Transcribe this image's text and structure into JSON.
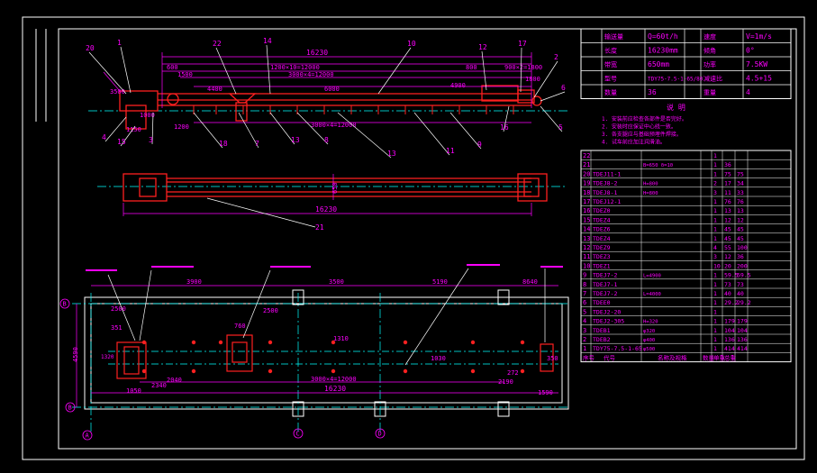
{
  "colors": {
    "background": "#000000",
    "frame": "#ffffff",
    "conveyor": "#ff2020",
    "dimension": "#ff00ff",
    "centerline": "#00ffff",
    "leader": "#ffffff",
    "text_white": "#ffffff"
  },
  "elevation": {
    "overall_length": "16230",
    "dims_top": [
      "1200×10=12000",
      "3000×4=12000",
      "900×2=1800",
      "600",
      "1500",
      "800"
    ],
    "dims_inner": [
      "4400",
      "6000",
      "4900",
      "3500",
      "1200",
      "3000×4=12000",
      "1000",
      "1800",
      "1150"
    ],
    "callouts": [
      "20",
      "1",
      "22",
      "14",
      "10",
      "12",
      "17",
      "2",
      "4",
      "15",
      "3",
      "18",
      "7",
      "13",
      "8",
      "13",
      "11",
      "9",
      "16",
      "5",
      "6"
    ]
  },
  "plan_top": {
    "overall_length": "16230",
    "width": "650",
    "callouts": [
      "21"
    ]
  },
  "foundation": {
    "overall_length": "16230",
    "dims_top": [
      "3900",
      "3500",
      "5190",
      "8640"
    ],
    "dims_left": [
      "2500",
      "4590"
    ],
    "dims_inner": [
      "3000×4=12000",
      "2500",
      "760",
      "351",
      "1320",
      "1050",
      "2340",
      "2040",
      "1030",
      "1310",
      "2190",
      "1590",
      "272",
      "350"
    ],
    "axis_labels": [
      "B",
      "B",
      "A",
      "C",
      "D"
    ]
  },
  "params_table": {
    "rows": [
      [
        "输送量",
        "Q=60t/h",
        "速度",
        "V=1m/s"
      ],
      [
        "长度",
        "16230mm",
        "倾角",
        "0°"
      ],
      [
        "带宽",
        "650mm",
        "功率",
        "7.5KW"
      ],
      [
        "型号",
        "TDY75-7.5-1-65/80",
        "减速比",
        "4.5+15"
      ],
      [
        "数量",
        "36",
        "重量",
        "4"
      ]
    ]
  },
  "notes": {
    "title": "说 明",
    "lines": [
      "1. 安装前应检查各部件是否完好。",
      "2. 安装时应保证中心线一致。",
      "3. 各支腿应与基础预埋件焊接。",
      "4. 试车前应加注润滑油。"
    ]
  },
  "parts_list": {
    "rows": [
      [
        "22",
        "",
        "",
        "1",
        "",
        ""
      ],
      [
        "21",
        "",
        "B=650 δ=10",
        "1",
        "36",
        ""
      ],
      [
        "20",
        "TDEJ11-1",
        "",
        "1",
        "75",
        "75"
      ],
      [
        "19",
        "TDEJ8-2",
        "H=800",
        "2",
        "17",
        "34"
      ],
      [
        "18",
        "TDEJ8-1",
        "H=800",
        "3",
        "11",
        "33"
      ],
      [
        "17",
        "TDEJ12-1",
        "",
        "1",
        "76",
        "76"
      ],
      [
        "16",
        "TDEZ0",
        "",
        "1",
        "13",
        "13"
      ],
      [
        "15",
        "TDEZ4",
        "",
        "1",
        "12",
        "12"
      ],
      [
        "14",
        "TDEZ6",
        "",
        "1",
        "45",
        "45"
      ],
      [
        "13",
        "TDEZ4",
        "",
        "1",
        "45",
        "45"
      ],
      [
        "12",
        "TDEZ9",
        "",
        "4",
        "55",
        "100"
      ],
      [
        "11",
        "TDEZ3",
        "",
        "3",
        "12",
        "36"
      ],
      [
        "10",
        "TDEZ1",
        "",
        "10",
        "20",
        "200"
      ],
      [
        "9",
        "TDEJ7-2",
        "L=4900",
        "1",
        "59.5",
        "59.5"
      ],
      [
        "8",
        "TDEJ7-1",
        "",
        "1",
        "73",
        "73"
      ],
      [
        "7",
        "TDEJ7-2",
        "L=4000",
        "1",
        "40",
        "40"
      ],
      [
        "6",
        "TDEE0",
        "",
        "1",
        "29.2",
        "29.2"
      ],
      [
        "5",
        "TDEJ2-20",
        "",
        "1",
        "",
        ""
      ],
      [
        "4",
        "TDEJ2-305",
        "H=320",
        "1",
        "179",
        "179"
      ],
      [
        "3",
        "TDEB1",
        "φ320",
        "1",
        "104",
        "104"
      ],
      [
        "2",
        "TDEB2",
        "φ400",
        "1",
        "136",
        "136"
      ],
      [
        "1",
        "TDY75-7.5-1-65",
        "φ500",
        "1",
        "414",
        "414"
      ]
    ],
    "header": [
      "序号",
      "代号",
      "名称及规格",
      "数量",
      "单重",
      "总重"
    ]
  }
}
